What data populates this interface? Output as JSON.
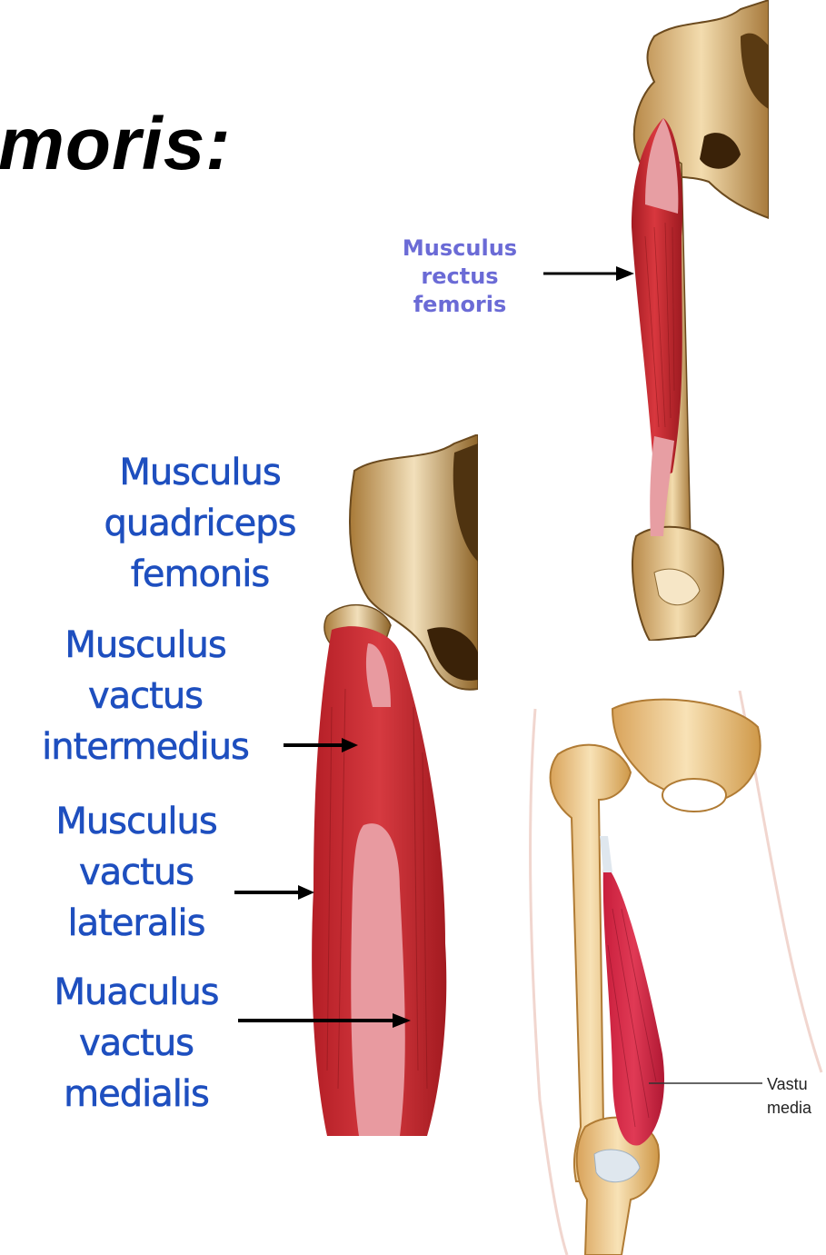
{
  "slide": {
    "title": "moris:"
  },
  "rectus_panel": {
    "label_lines": [
      "Musculus",
      "rectus",
      "femoris"
    ]
  },
  "quadriceps_panel": {
    "header_lines": [
      "Musculus",
      "quadriceps",
      "femonis"
    ],
    "intermedius_lines": [
      "Musculus",
      "vactus",
      "intermedius"
    ],
    "lateralis_lines": [
      "Musculus",
      "vactus",
      "lateralis"
    ],
    "medialis_lines": [
      "Muaculus",
      "vactus",
      "medialis"
    ]
  },
  "vastus_panel": {
    "label_lines": [
      "Vastu",
      "media"
    ]
  },
  "colors": {
    "muscle_red": "#c4242c",
    "tendon_pink": "#e7a3a6",
    "bone": "#e8c996",
    "label_blue": "#2f55c8",
    "label_violet": "#6b6bd6"
  }
}
